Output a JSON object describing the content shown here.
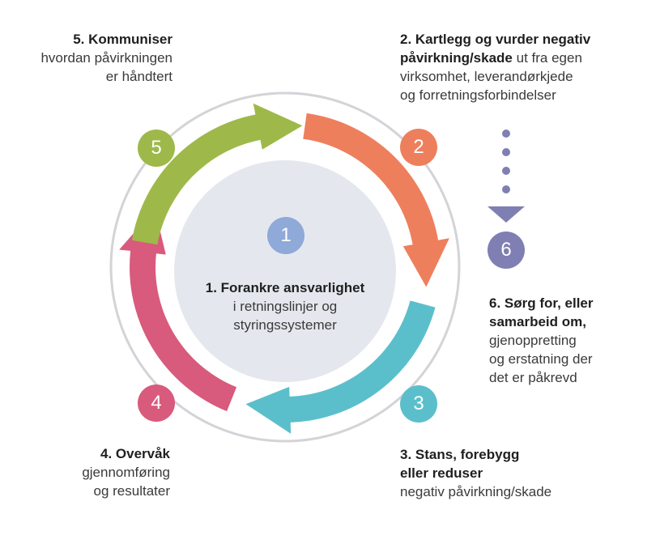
{
  "colors": {
    "step1": "#8fa9d8",
    "step2": "#ee7f5d",
    "step3": "#5bbfcb",
    "step4": "#d85a7c",
    "step5": "#9eb94a",
    "step6": "#7f7fb3",
    "ring": "#d3d3d8",
    "core": "#e4e8ee"
  },
  "steps": [
    {
      "number": "1",
      "title": "1. Forankre ansvarlighet",
      "lines": [
        "i retningslinjer og",
        "styringssystemer"
      ]
    },
    {
      "number": "2",
      "title_line1": "2. Kartlegg og vurder negativ",
      "title_line2_bold": "påvirkning/skade",
      "title_line2_rest": " ut fra egen",
      "lines": [
        "virksomhet, leverandørkjede",
        "og forretningsforbindelser"
      ]
    },
    {
      "number": "3",
      "title_lines": [
        "3. Stans, forebygg",
        "eller reduser"
      ],
      "lines": [
        "negativ påvirkning/skade"
      ]
    },
    {
      "number": "4",
      "title": "4. Overvåk",
      "lines": [
        "gjennomføring",
        "og resultater"
      ]
    },
    {
      "number": "5",
      "title": "5. Kommuniser",
      "lines": [
        "hvordan påvirkningen",
        "er håndtert"
      ]
    },
    {
      "number": "6",
      "title_lines": [
        "6. Sørg for, eller",
        "samarbeid om,"
      ],
      "lines": [
        "gjenoppretting",
        "og erstatning der",
        "det er påkrevd"
      ]
    }
  ]
}
